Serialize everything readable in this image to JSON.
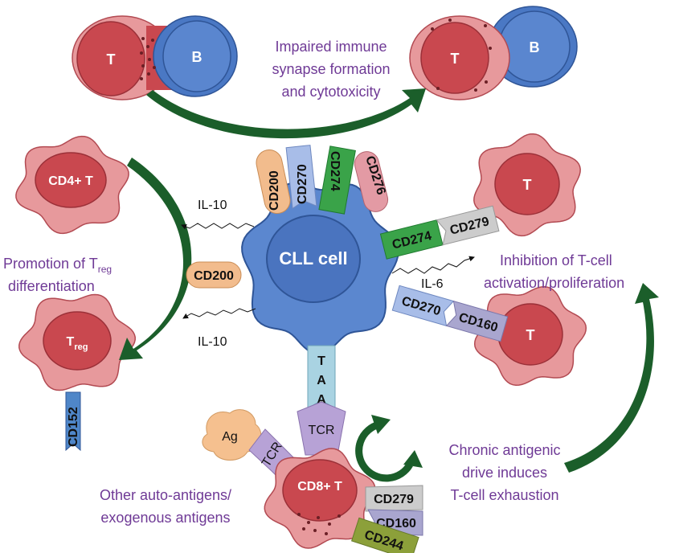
{
  "annotations": {
    "synapse": [
      "Impaired immune",
      "synapse formation",
      "and cytotoxicity"
    ],
    "treg_prefix": "Promotion of T",
    "treg_subscript": "reg",
    "treg_line2": "differentiation",
    "inhibition": [
      "Inhibition of  T-cell",
      "activation/proliferation"
    ],
    "chronic": [
      "Chronic antigenic",
      "drive induces",
      "T-cell exhaustion"
    ],
    "antigens": [
      "Other auto-antigens/",
      "exogenous antigens"
    ]
  },
  "cells": {
    "cll": "CLL cell",
    "synapse_t_left": "T",
    "synapse_b_left": "B",
    "synapse_t_right": "T",
    "synapse_b_right": "B",
    "cd4": "CD4+ T",
    "treg_main": "T",
    "treg_sub": "reg",
    "t_upper_right": "T",
    "t_lower_right": "T",
    "cd8": "CD8+ T",
    "ag": "Ag"
  },
  "cytokines": {
    "il10_top": "IL-10",
    "il10_bottom": "IL-10",
    "il6": "IL-6"
  },
  "molecules": {
    "cd200_top": "CD200",
    "cd270_top": "CD270",
    "cd274_top": "CD274",
    "cd276_top": "CD276",
    "cd200_left": "CD200",
    "cd274_right": "CD274",
    "cd279_upper": "CD279",
    "cd270_right": "CD270",
    "cd160_right": "CD160",
    "taa": [
      "T",
      "A",
      "A"
    ],
    "tcr_cd8": "TCR",
    "tcr_ag": "TCR",
    "cd152": "CD152",
    "cd279_lower": "CD279",
    "cd160_lower": "CD160",
    "cd244": "CD244"
  },
  "colors": {
    "t_cell": "#c9484f",
    "t_cell_outer": "#e7999c",
    "b_cell": "#4a78c4",
    "cll_outer": "#5b87cf",
    "cll_nucleus": "#4a74bf",
    "arrow_green": "#1b5e2a",
    "annotation_purple": "#6f3a96",
    "cd200_orange": "#f2bc8d",
    "cd270_lightblue": "#a8bde8",
    "cd274_green": "#3aa349",
    "cd276_pink": "#e39aa4",
    "cd279_grey": "#cccccc",
    "cd160_lavender": "#a9a6cf",
    "taa_cyan": "#a9d3e2",
    "tcr_purple": "#b7a2d6",
    "cd152_blue": "#4f86c8",
    "cd244_olive": "#8ca03a",
    "ag_orange": "#f5c08f"
  }
}
